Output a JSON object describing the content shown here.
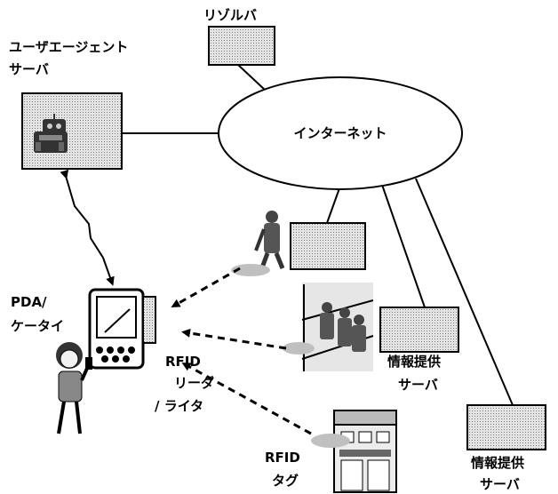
{
  "labels": {
    "resolver": "リゾルバ",
    "user_agent_server_line1": "ユーザエージェント",
    "user_agent_server_line2": "サーバ",
    "internet": "インターネット",
    "pda_line1": "PDA/",
    "pda_line2": "ケータイ",
    "rfid_rw_line1": "RFID",
    "rfid_rw_line2": "リーダ",
    "rfid_rw_line3": "/ ライタ",
    "info_server_line1": "情報提供",
    "info_server_line2": "サーバ",
    "rfid_tag_line1": "RFID",
    "rfid_tag_line2": "タグ"
  },
  "colors": {
    "box_fill": "#d0d0d0",
    "stroke": "#000000",
    "background": "#ffffff"
  },
  "icons": {
    "agent": "robot-agent-icon",
    "person_phone": "person-with-phone-icon",
    "person_walking": "walking-person-icon",
    "store": "store-icon",
    "mannequins": "mannequin-display-icon"
  }
}
